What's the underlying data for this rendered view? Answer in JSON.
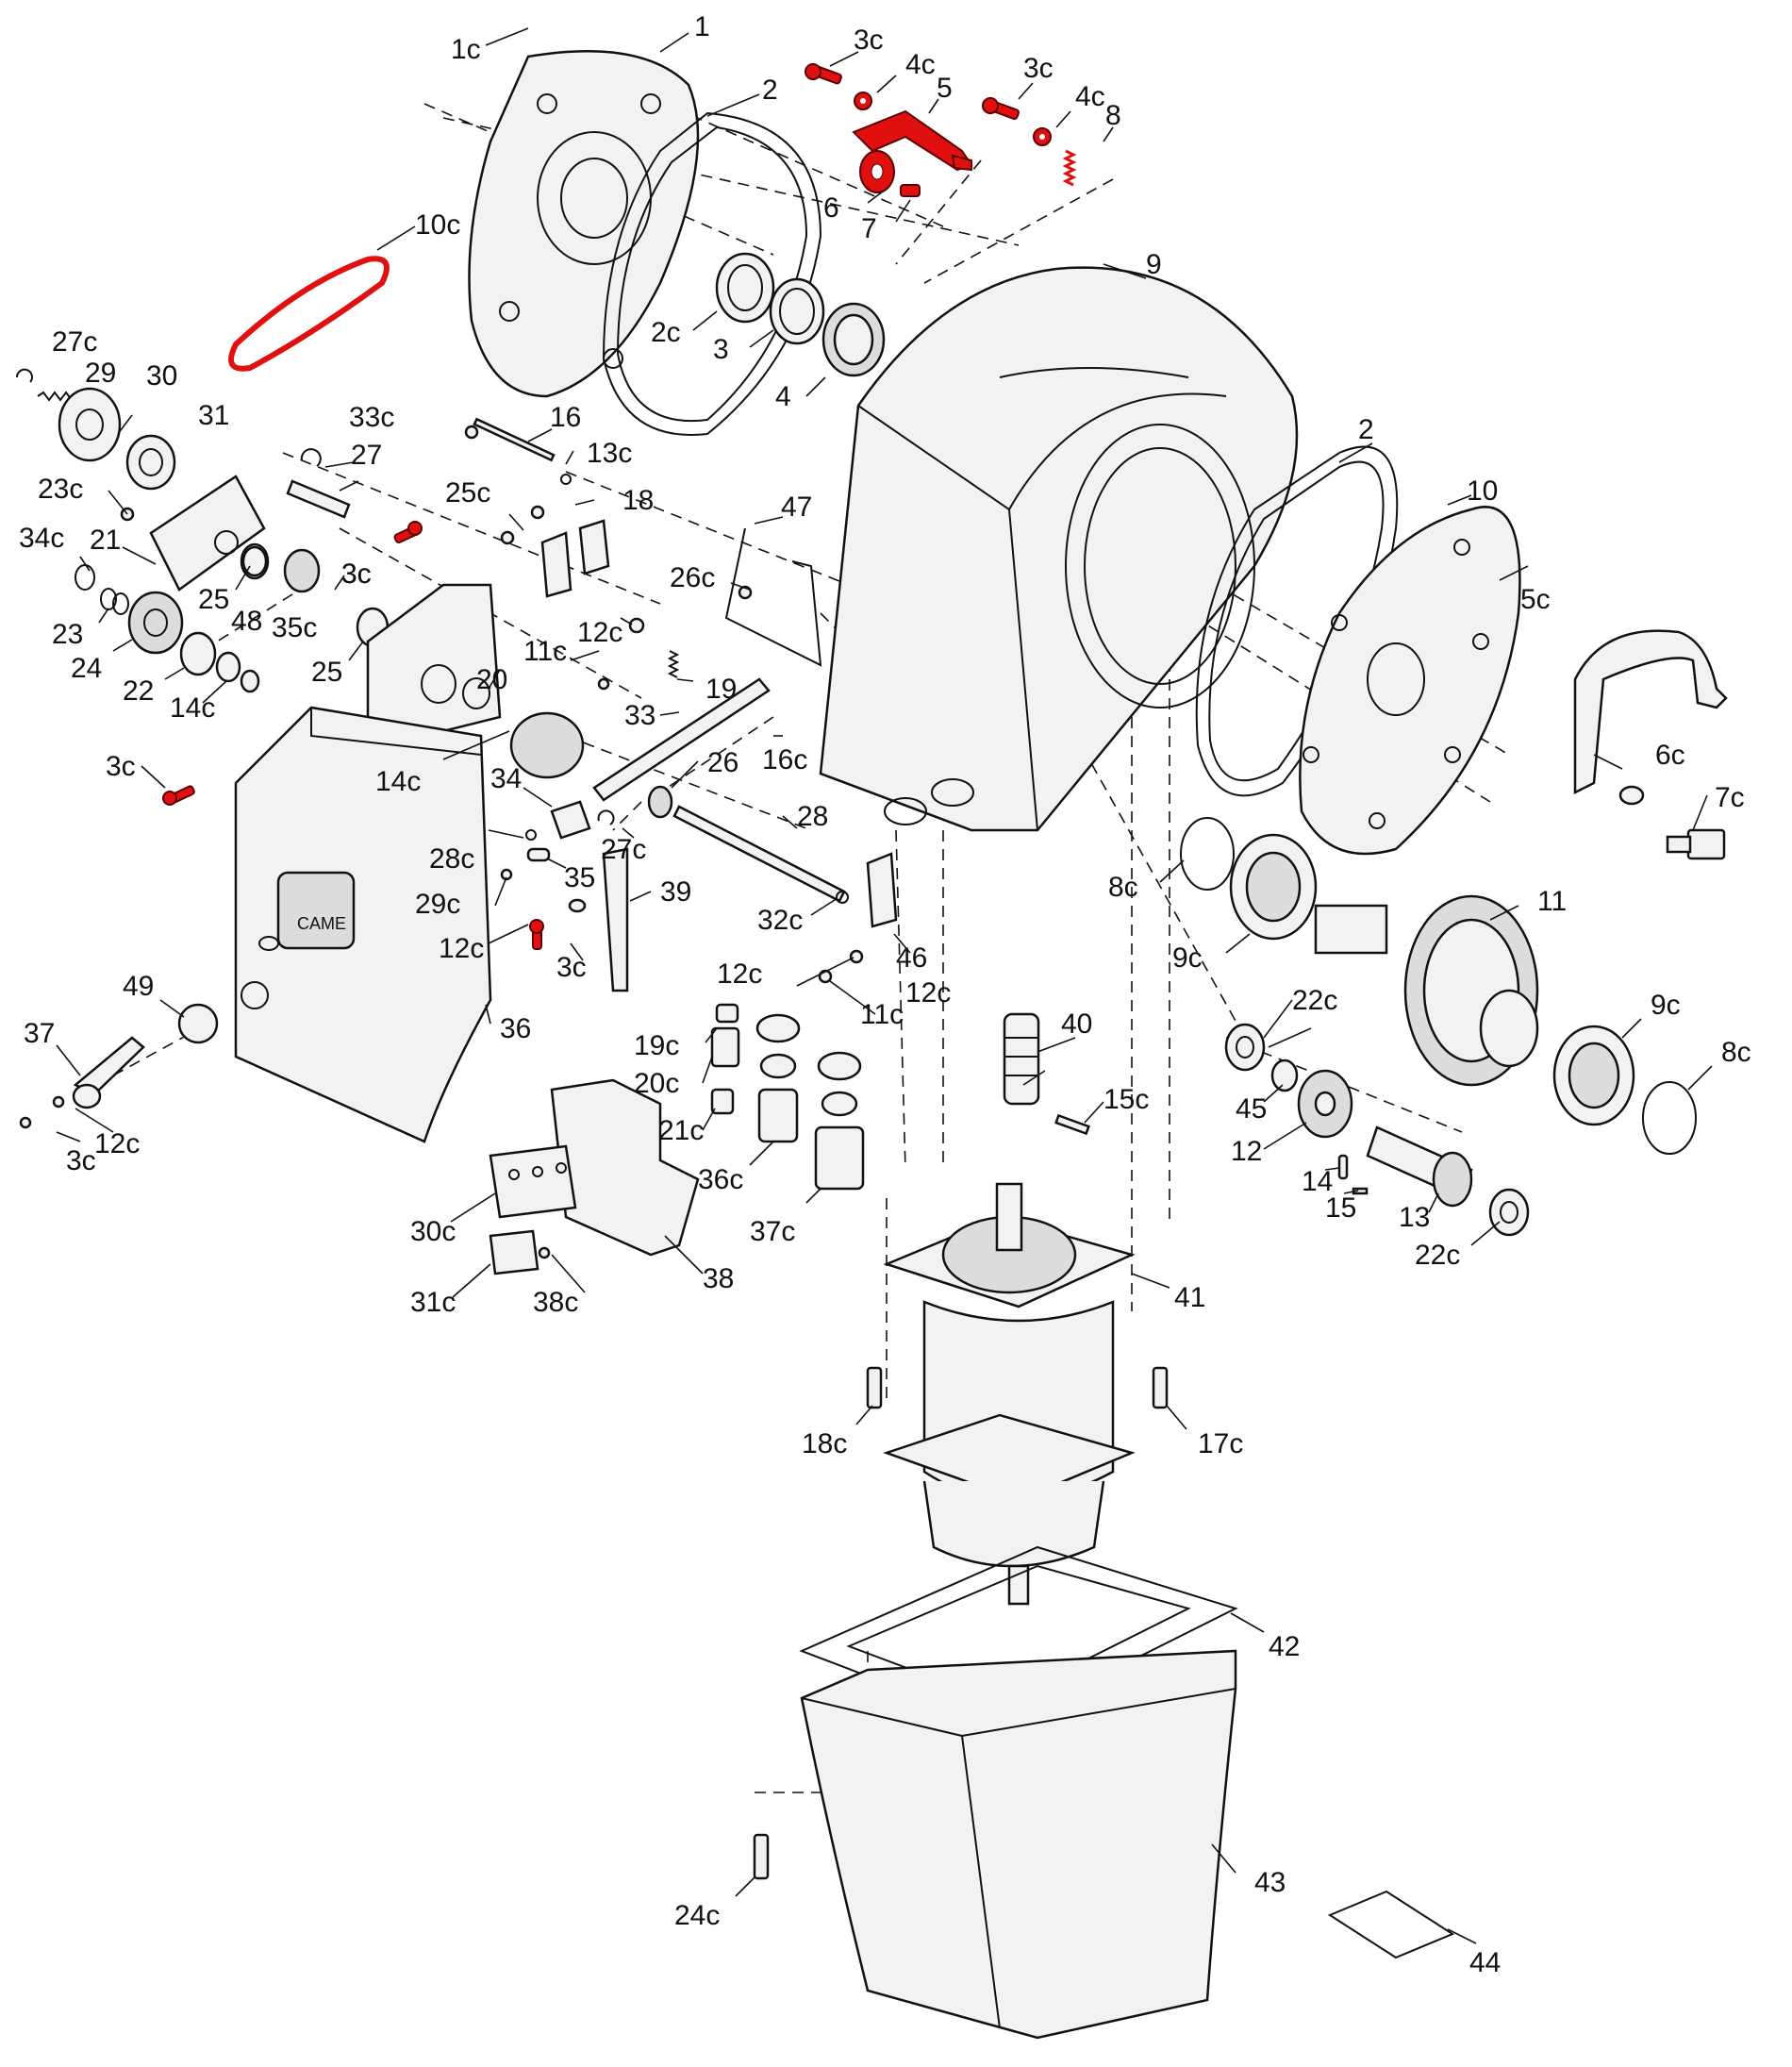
{
  "diagram": {
    "highlight_color": "#e01010",
    "labels": [
      "1c",
      "1",
      "3c",
      "4c",
      "5",
      "3c",
      "4c",
      "8",
      "2",
      "6",
      "7",
      "10c",
      "9",
      "27c",
      "29",
      "30",
      "2c",
      "3",
      "4",
      "31",
      "16",
      "33c",
      "13c",
      "27",
      "23c",
      "18",
      "25c",
      "47",
      "3c",
      "2",
      "10",
      "34c",
      "21",
      "26c",
      "3c",
      "5c",
      "25",
      "48",
      "35c",
      "12c",
      "23",
      "24",
      "11c",
      "19",
      "25",
      "20",
      "22",
      "14c",
      "33",
      "16c",
      "6c",
      "7c",
      "3c",
      "26",
      "14c",
      "34",
      "28",
      "28c",
      "8c",
      "11",
      "27c",
      "35",
      "29c",
      "39",
      "32c",
      "12c",
      "9c",
      "46",
      "3c",
      "12c",
      "22c",
      "12c",
      "11c",
      "49",
      "40",
      "9c",
      "8c",
      "37",
      "19c",
      "36",
      "45",
      "15c",
      "20c",
      "21c",
      "12",
      "14",
      "15",
      "13",
      "3c",
      "12c",
      "36c",
      "30c",
      "38",
      "22c",
      "37c",
      "31c",
      "38c",
      "41",
      "18c",
      "17c",
      "42",
      "43",
      "24c",
      "44"
    ]
  }
}
